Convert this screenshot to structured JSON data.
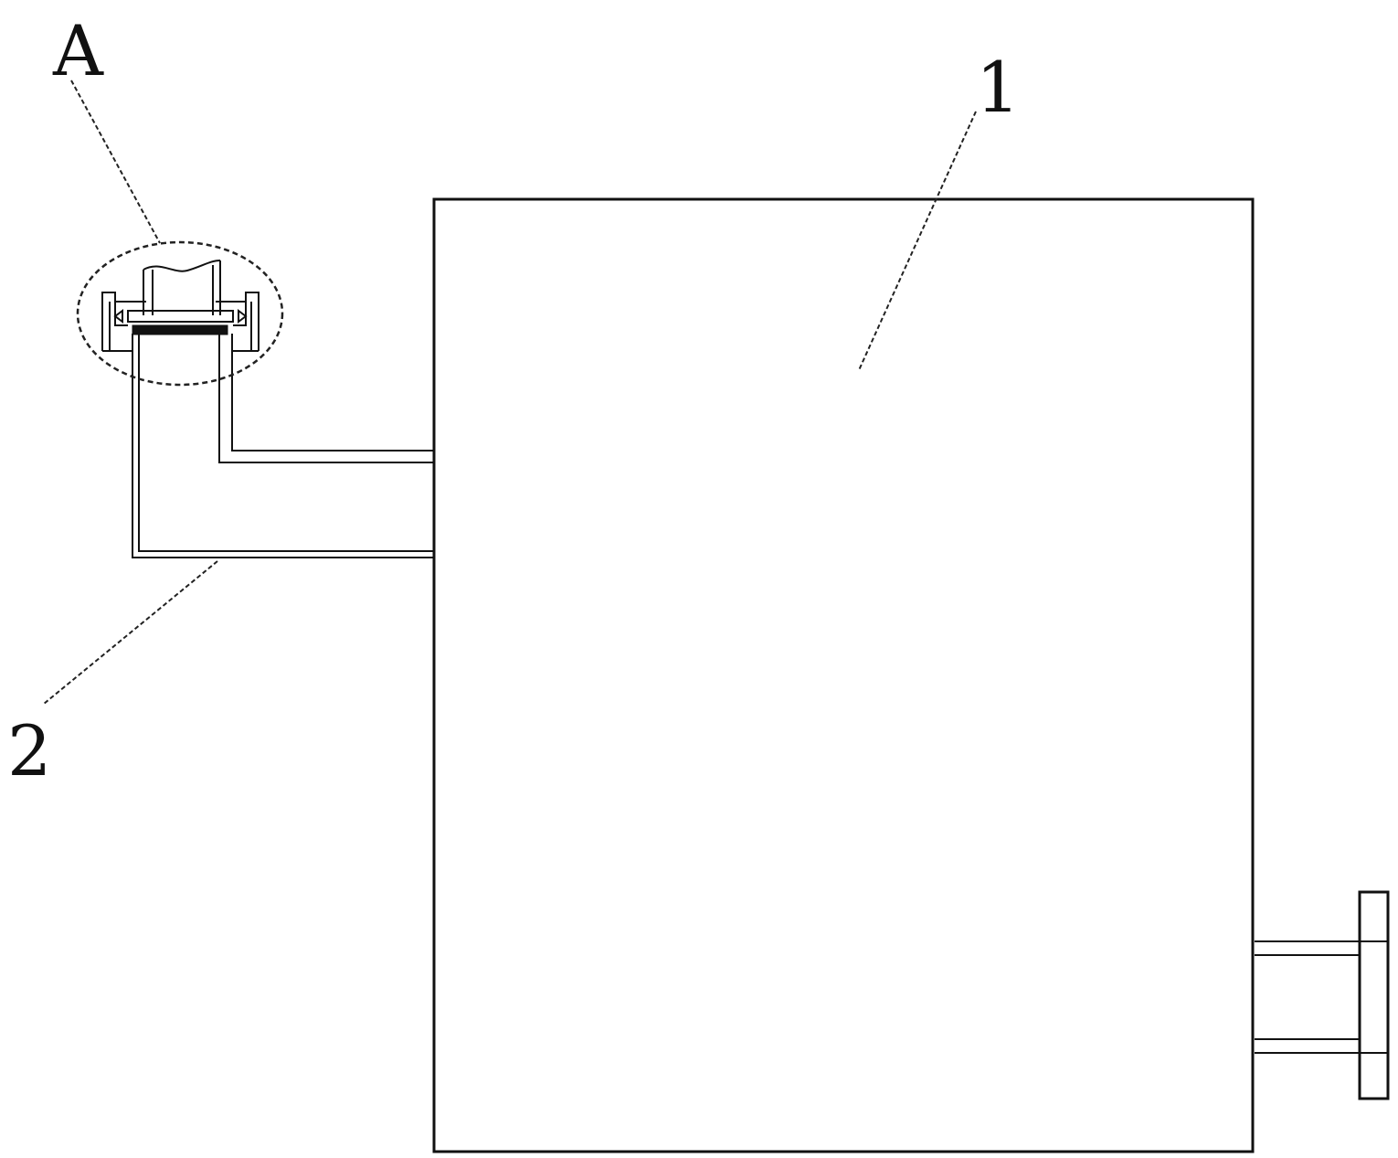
{
  "labels": {
    "detail": "A",
    "tank": "1",
    "pipe": "2"
  },
  "colors": {
    "line": "#111111",
    "background": "#ffffff"
  }
}
